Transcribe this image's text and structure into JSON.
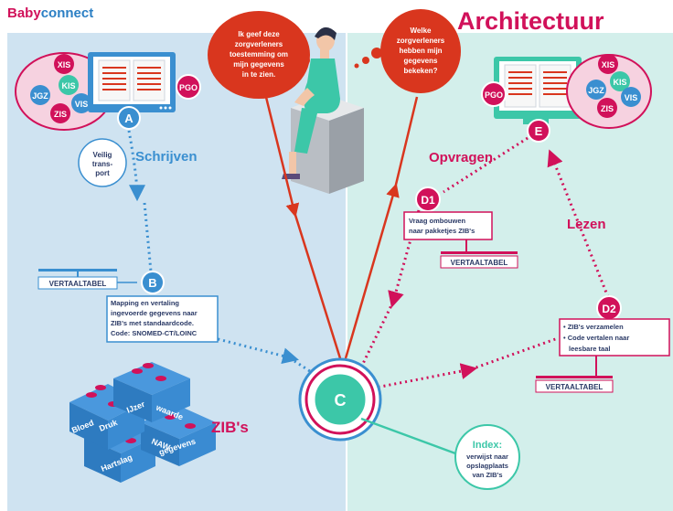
{
  "brand": {
    "part1": "Baby",
    "part2": "connect"
  },
  "title": "Architectuur",
  "colors": {
    "left_panel": "#cfe3f1",
    "right_panel": "#d3efeb",
    "blue": "#3a8fd0",
    "magenta": "#d1115a",
    "red": "#d9361e",
    "teal": "#3cc7a8",
    "navy": "#2b3a66"
  },
  "left_system": {
    "labels": [
      "XIS",
      "KIS",
      "JGZ",
      "VIS",
      "ZIS"
    ],
    "pgo": "PGO",
    "node": "A"
  },
  "right_system": {
    "labels": [
      "XIS",
      "KIS",
      "JGZ",
      "VIS",
      "ZIS"
    ],
    "pgo": "PGO",
    "node": "E"
  },
  "veilig_transport": [
    "Veilig",
    "trans-",
    "port"
  ],
  "schrijven": "Schrijven",
  "opvragen": "Opvragen",
  "lezen": "Lezen",
  "bubble_left": [
    "Ik geef deze",
    "zorgverleners",
    "toestemming om",
    "mijn gegevens",
    "in te zien."
  ],
  "bubble_right": [
    "Welke",
    "zorgverleners",
    "hebben mijn",
    "gegevens",
    "bekeken?"
  ],
  "node_b": {
    "label": "B",
    "vertaaltabel": "VERTAALTABEL",
    "lines": [
      "Mapping en vertaling",
      "ingevoerde gegevens naar",
      "ZIB's met standaardcode.",
      "Code: SNOMED-CT/LOINC"
    ]
  },
  "node_d1": {
    "label": "D1",
    "lines": [
      "Vraag ombouwen",
      "naar pakketjes ZIB's"
    ],
    "vertaaltabel": "VERTAALTABEL"
  },
  "node_d2": {
    "label": "D2",
    "lines": [
      "• ZIB's verzamelen",
      "• Code vertalen naar",
      "leesbare taal"
    ],
    "vertaaltabel": "VERTAALTABEL"
  },
  "node_c": "C",
  "index": {
    "title": "Index:",
    "lines": [
      "verwijst naar",
      "opslagplaats",
      "van ZIB's"
    ]
  },
  "zibs": {
    "title": "ZIB's",
    "blocks": [
      "Bloed",
      "Druk",
      "IJzer",
      "waarde",
      "NAW",
      "gegevens",
      "Hartslag"
    ]
  }
}
